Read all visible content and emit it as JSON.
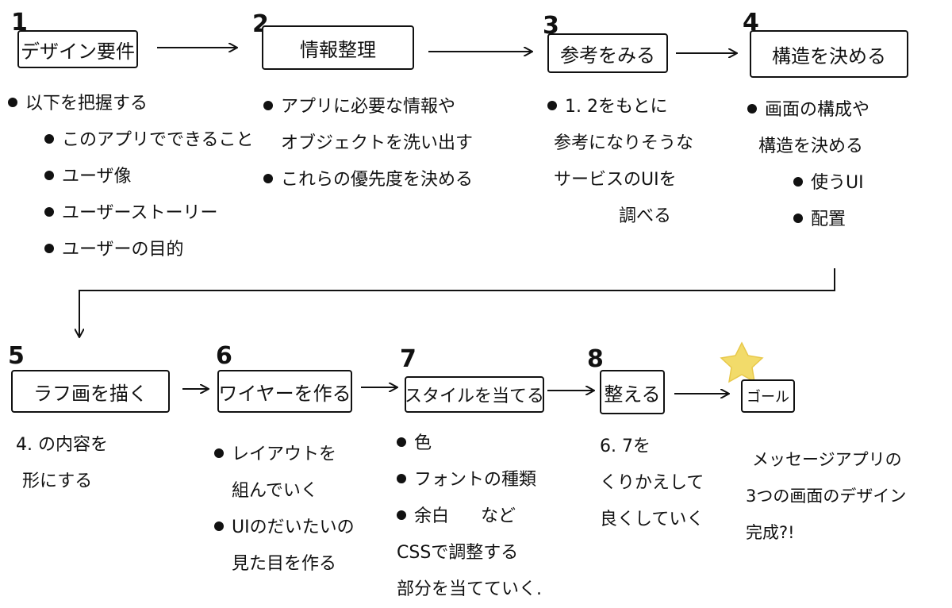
{
  "colors": {
    "ink": "#111111",
    "star": "#F2DB6A"
  },
  "steps": [
    {
      "number": "1",
      "title": "デザイン要件"
    },
    {
      "number": "2",
      "title": "情報整理"
    },
    {
      "number": "3",
      "title": "参考をみる"
    },
    {
      "number": "4",
      "title": "構造を決める"
    },
    {
      "number": "5",
      "title": "ラフ画を描く"
    },
    {
      "number": "6",
      "title": "ワイヤーを作る"
    },
    {
      "number": "7",
      "title": "スタイルを当てる"
    },
    {
      "number": "8",
      "title": "整える"
    }
  ],
  "goal": {
    "title": "ゴール",
    "icon": "star-icon"
  },
  "notes": {
    "s1": {
      "main": "以下を把握する",
      "items": [
        "このアプリでできること",
        "ユーザ像",
        "ユーザーストーリー",
        "ユーザーの目的"
      ]
    },
    "s2": {
      "lines": [
        "アプリに必要な情報や",
        "オブジェクトを洗い出す",
        "これらの優先度を決める"
      ]
    },
    "s3": {
      "lines": [
        "1. 2をもとに",
        "参考になりそうな",
        "サービスのUIを",
        "調べる"
      ]
    },
    "s4": {
      "lines": [
        "画面の構成や",
        "構造を決める"
      ],
      "items": [
        "使うUI",
        "配置"
      ]
    },
    "s5": {
      "lines": [
        "4. の内容を",
        "形にする"
      ]
    },
    "s6": {
      "lines": [
        "レイアウトを",
        "組んでいく",
        "UIのだいたいの",
        "見た目を作る"
      ]
    },
    "s7": {
      "items": [
        "色",
        "フォントの種類",
        "余白"
      ],
      "extra": "など",
      "lines": [
        "CSSで調整する",
        "部分を当てていく."
      ]
    },
    "s8": {
      "lines": [
        "6. 7を",
        "くりかえして",
        "良くしていく"
      ]
    },
    "goal_note": {
      "lines": [
        "メッセージアプリの",
        "3つの画面のデザイン",
        "完成?!"
      ]
    }
  }
}
